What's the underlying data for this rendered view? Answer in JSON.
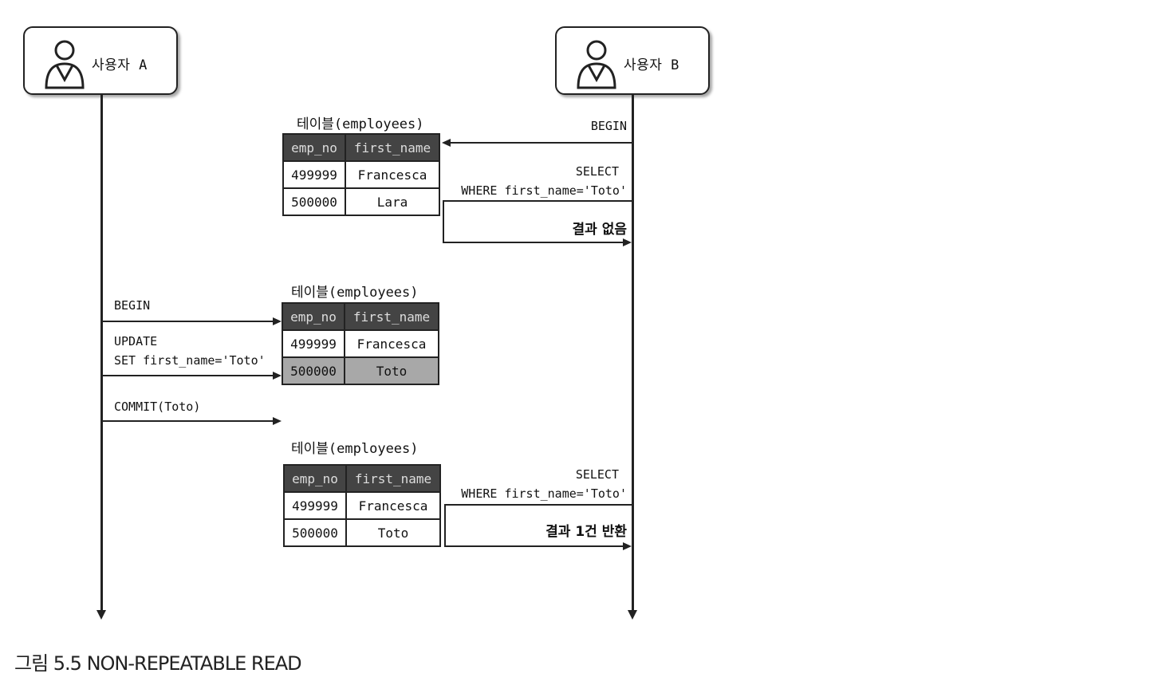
{
  "actors": {
    "a": {
      "label": "사용자 A",
      "icon": "user-icon"
    },
    "b": {
      "label": "사용자 B",
      "icon": "user-icon"
    }
  },
  "tables": [
    {
      "caption": "테이블(employees)",
      "headers": [
        "emp_no",
        "first_name"
      ],
      "rows": [
        [
          "499999",
          "Francesca"
        ],
        [
          "500000",
          "Lara"
        ]
      ],
      "highlight_row": null
    },
    {
      "caption": "테이블(employees)",
      "headers": [
        "emp_no",
        "first_name"
      ],
      "rows": [
        [
          "499999",
          "Francesca"
        ],
        [
          "500000",
          "Toto"
        ]
      ],
      "highlight_row": 1
    },
    {
      "caption": "테이블(employees)",
      "headers": [
        "emp_no",
        "first_name"
      ],
      "rows": [
        [
          "499999",
          "Francesca"
        ],
        [
          "500000",
          "Toto"
        ]
      ],
      "highlight_row": null
    }
  ],
  "messages": {
    "b_begin": "BEGIN",
    "b_select1_line1": "SELECT",
    "b_select1_line2": "WHERE first_name='Toto'",
    "b_result1": "결과 없음",
    "a_begin": "BEGIN",
    "a_update_line1": "UPDATE",
    "a_update_line2": "SET first_name='Toto'",
    "a_commit": "COMMIT(Toto)",
    "b_select2_line1": "SELECT",
    "b_select2_line2": "WHERE first_name='Toto'",
    "b_result2": "결과 1건 반환"
  },
  "figure_caption": "그림 5.5 NON-REPEATABLE READ"
}
